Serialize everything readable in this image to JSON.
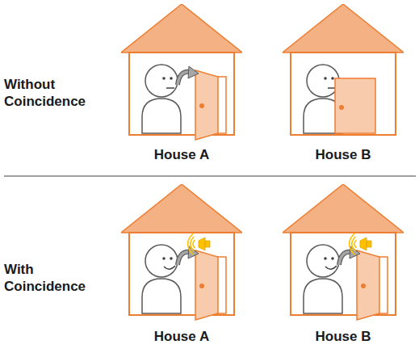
{
  "diagram": {
    "nodes": [
      {
        "text": [
          "House A"
        ]
      },
      {
        "text": [
          "House B"
        ]
      },
      {
        "text": [
          "House A"
        ]
      },
      {
        "text": [
          "House B"
        ]
      }
    ],
    "labels": [
      "Without Coincidence",
      "With Coincidence"
    ]
  }
}
